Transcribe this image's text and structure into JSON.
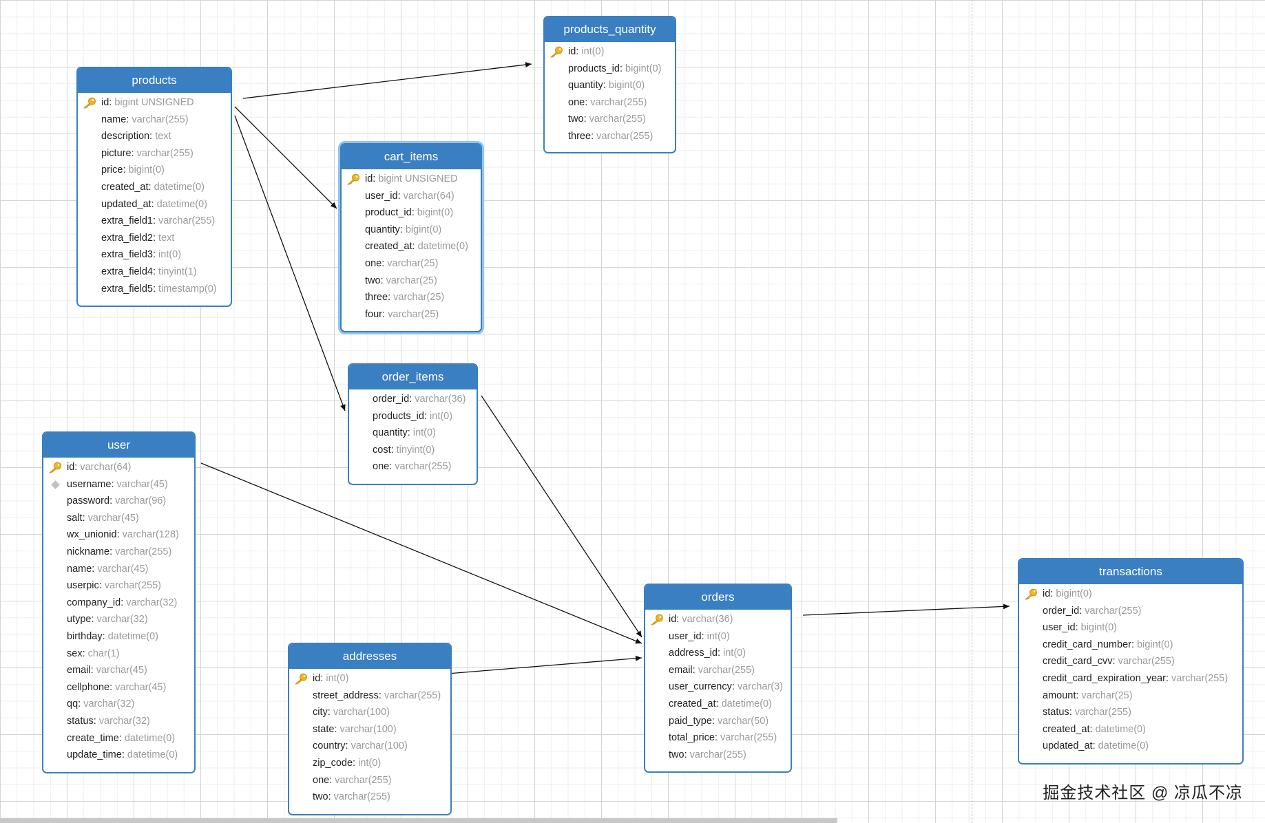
{
  "entities": {
    "products": {
      "title": "products",
      "fields": [
        {
          "name": "id",
          "type": "bigint UNSIGNED",
          "pk": true
        },
        {
          "name": "name",
          "type": "varchar(255)"
        },
        {
          "name": "description",
          "type": "text"
        },
        {
          "name": "picture",
          "type": "varchar(255)"
        },
        {
          "name": "price",
          "type": "bigint(0)"
        },
        {
          "name": "created_at",
          "type": "datetime(0)"
        },
        {
          "name": "updated_at",
          "type": "datetime(0)"
        },
        {
          "name": "extra_field1",
          "type": "varchar(255)"
        },
        {
          "name": "extra_field2",
          "type": "text"
        },
        {
          "name": "extra_field3",
          "type": "int(0)"
        },
        {
          "name": "extra_field4",
          "type": "tinyint(1)"
        },
        {
          "name": "extra_field5",
          "type": "timestamp(0)"
        }
      ]
    },
    "products_quantity": {
      "title": "products_quantity",
      "fields": [
        {
          "name": "id",
          "type": "int(0)",
          "pk": true
        },
        {
          "name": "products_id",
          "type": "bigint(0)"
        },
        {
          "name": "quantity",
          "type": "bigint(0)"
        },
        {
          "name": "one",
          "type": "varchar(255)"
        },
        {
          "name": "two",
          "type": "varchar(255)"
        },
        {
          "name": "three",
          "type": "varchar(255)"
        }
      ]
    },
    "cart_items": {
      "title": "cart_items",
      "fields": [
        {
          "name": "id",
          "type": "bigint UNSIGNED",
          "pk": true
        },
        {
          "name": "user_id",
          "type": "varchar(64)"
        },
        {
          "name": "product_id",
          "type": "bigint(0)"
        },
        {
          "name": "quantity",
          "type": "bigint(0)"
        },
        {
          "name": "created_at",
          "type": "datetime(0)"
        },
        {
          "name": "one",
          "type": "varchar(25)"
        },
        {
          "name": "two",
          "type": "varchar(25)"
        },
        {
          "name": "three",
          "type": "varchar(25)"
        },
        {
          "name": "four",
          "type": "varchar(25)"
        }
      ]
    },
    "order_items": {
      "title": "order_items",
      "fields": [
        {
          "name": "order_id",
          "type": "varchar(36)"
        },
        {
          "name": "products_id",
          "type": "int(0)"
        },
        {
          "name": "quantity",
          "type": "int(0)"
        },
        {
          "name": "cost",
          "type": "tinyint(0)"
        },
        {
          "name": "one",
          "type": "varchar(255)"
        }
      ]
    },
    "user": {
      "title": "user",
      "fields": [
        {
          "name": "id",
          "type": "varchar(64)",
          "pk": true
        },
        {
          "name": "username",
          "type": "varchar(45)",
          "uniq": true
        },
        {
          "name": "password",
          "type": "varchar(96)"
        },
        {
          "name": "salt",
          "type": "varchar(45)"
        },
        {
          "name": "wx_unionid",
          "type": "varchar(128)"
        },
        {
          "name": "nickname",
          "type": "varchar(255)"
        },
        {
          "name": "name",
          "type": "varchar(45)"
        },
        {
          "name": "userpic",
          "type": "varchar(255)"
        },
        {
          "name": "company_id",
          "type": "varchar(32)"
        },
        {
          "name": "utype",
          "type": "varchar(32)"
        },
        {
          "name": "birthday",
          "type": "datetime(0)"
        },
        {
          "name": "sex",
          "type": "char(1)"
        },
        {
          "name": "email",
          "type": "varchar(45)"
        },
        {
          "name": "cellphone",
          "type": "varchar(45)"
        },
        {
          "name": "qq",
          "type": "varchar(32)"
        },
        {
          "name": "status",
          "type": "varchar(32)"
        },
        {
          "name": "create_time",
          "type": "datetime(0)"
        },
        {
          "name": "update_time",
          "type": "datetime(0)"
        }
      ]
    },
    "addresses": {
      "title": "addresses",
      "fields": [
        {
          "name": "id",
          "type": "int(0)",
          "pk": true
        },
        {
          "name": "street_address",
          "type": "varchar(255)"
        },
        {
          "name": "city",
          "type": "varchar(100)"
        },
        {
          "name": "state",
          "type": "varchar(100)"
        },
        {
          "name": "country",
          "type": "varchar(100)"
        },
        {
          "name": "zip_code",
          "type": "int(0)"
        },
        {
          "name": "one",
          "type": "varchar(255)"
        },
        {
          "name": "two",
          "type": "varchar(255)"
        }
      ]
    },
    "orders": {
      "title": "orders",
      "fields": [
        {
          "name": "id",
          "type": "varchar(36)",
          "pk": true
        },
        {
          "name": "user_id",
          "type": "int(0)"
        },
        {
          "name": "address_id",
          "type": "int(0)"
        },
        {
          "name": "email",
          "type": "varchar(255)"
        },
        {
          "name": "user_currency",
          "type": "varchar(3)"
        },
        {
          "name": "created_at",
          "type": "datetime(0)"
        },
        {
          "name": "paid_type",
          "type": "varchar(50)"
        },
        {
          "name": "total_price",
          "type": "varchar(255)"
        },
        {
          "name": "two",
          "type": "varchar(255)"
        }
      ]
    },
    "transactions": {
      "title": "transactions",
      "fields": [
        {
          "name": "id",
          "type": "bigint(0)",
          "pk": true
        },
        {
          "name": "order_id",
          "type": "varchar(255)"
        },
        {
          "name": "user_id",
          "type": "bigint(0)"
        },
        {
          "name": "credit_card_number",
          "type": "bigint(0)"
        },
        {
          "name": "credit_card_cvv",
          "type": "varchar(255)"
        },
        {
          "name": "credit_card_expiration_year",
          "type": "varchar(255)"
        },
        {
          "name": "amount",
          "type": "varchar(25)"
        },
        {
          "name": "status",
          "type": "varchar(255)"
        },
        {
          "name": "created_at",
          "type": "datetime(0)"
        },
        {
          "name": "updated_at",
          "type": "datetime(0)"
        }
      ]
    }
  },
  "relations": [
    {
      "from": "products",
      "to": "products_quantity"
    },
    {
      "from": "products",
      "to": "cart_items"
    },
    {
      "from": "products",
      "to": "order_items"
    },
    {
      "from": "order_items",
      "to": "orders"
    },
    {
      "from": "user",
      "to": "orders"
    },
    {
      "from": "addresses",
      "to": "orders"
    },
    {
      "from": "orders",
      "to": "transactions"
    }
  ],
  "colors": {
    "header": "#3a7fc1",
    "border": "#3a7fc1",
    "key_icon": "#f2b51d",
    "type_text": "#9a9a9a",
    "selected_glow": "#8fc4f2"
  },
  "selected_entity": "cart_items",
  "watermark": "掘金技术社区 @ 凉瓜不凉"
}
